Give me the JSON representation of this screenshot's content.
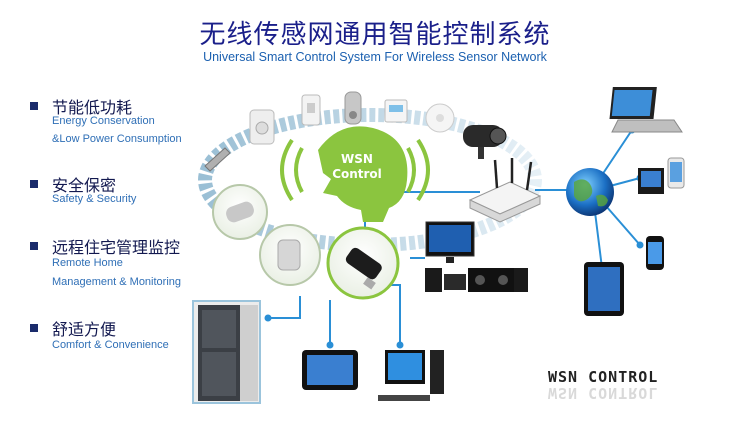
{
  "title": {
    "cn": "无线传感网通用智能控制系统",
    "en": "Universal Smart Control System For Wireless Sensor Network"
  },
  "features": [
    {
      "cn": "节能低功耗",
      "en1": "Energy Conservation",
      "en2": "&Low Power Consumption"
    },
    {
      "cn": "安全保密",
      "en1": "Safety & Security",
      "en2": ""
    },
    {
      "cn": "远程住宅管理监控",
      "en1": "Remote Home",
      "en2": "Management & Monitoring"
    },
    {
      "cn": "舒适方便",
      "en1": "Comfort & Convenience",
      "en2": ""
    }
  ],
  "hub": {
    "line1": "WSN",
    "line2": "Control"
  },
  "logo": "WSN CONTROL",
  "colors": {
    "accent": "#8bc53f",
    "line": "#2a8fd6",
    "ring": "#cfe3ee",
    "title": "#1a1f8a"
  }
}
